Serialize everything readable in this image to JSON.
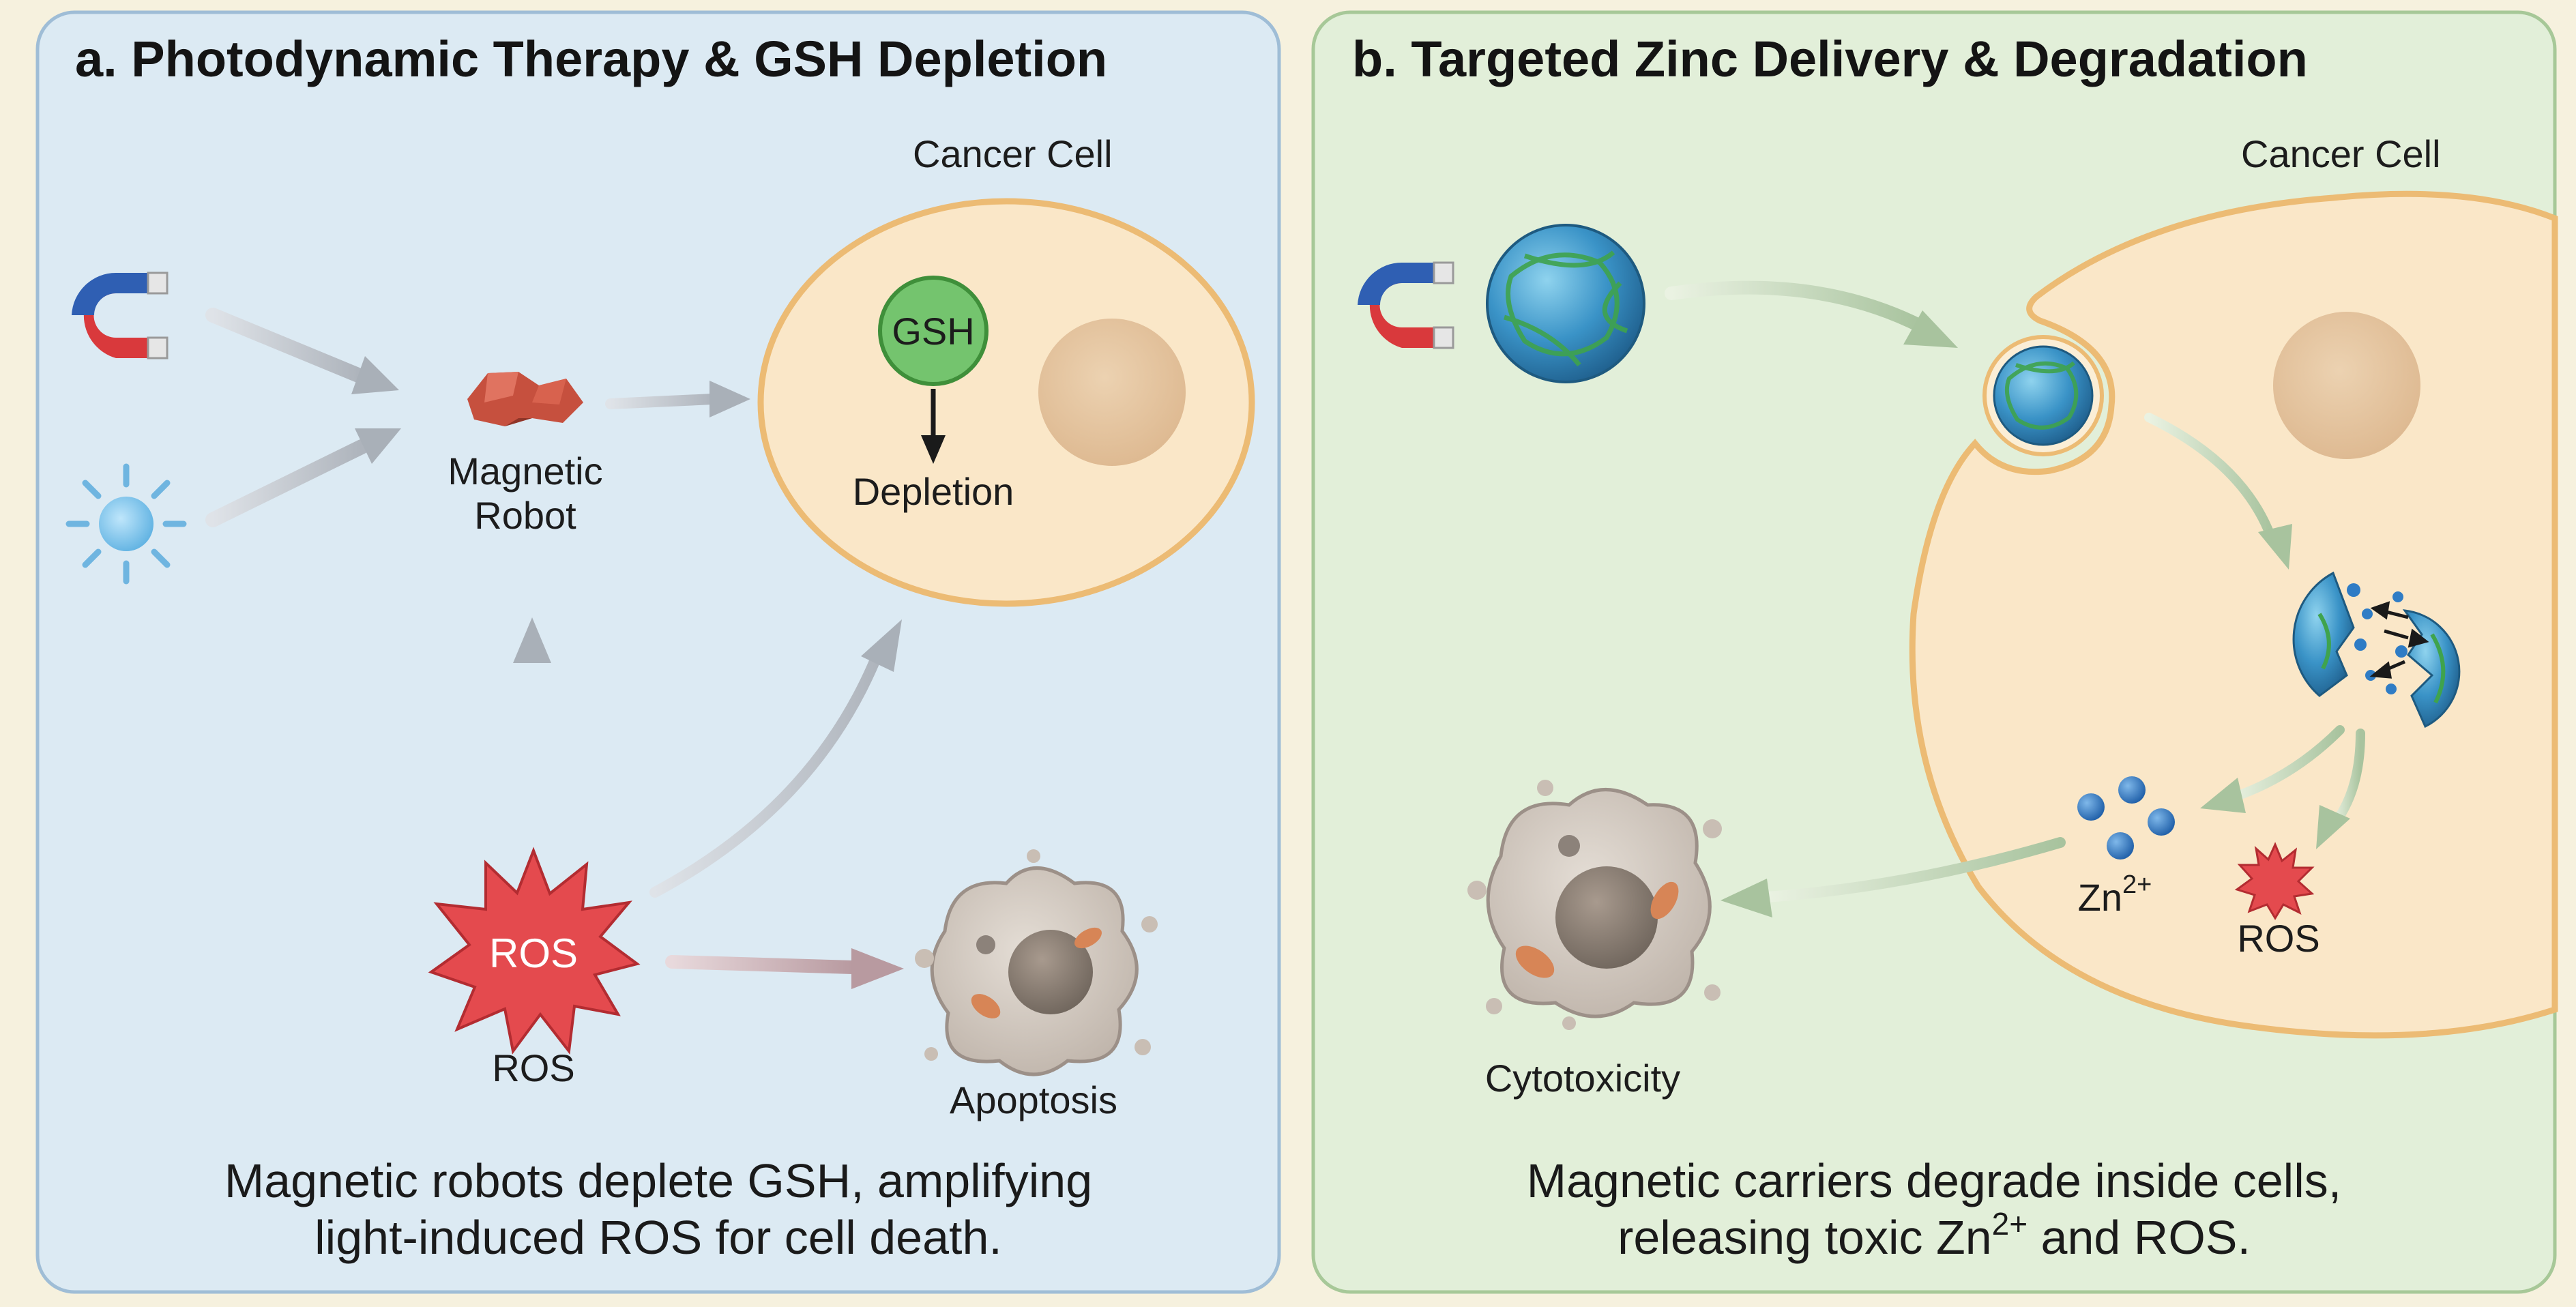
{
  "panel_a": {
    "title": "a. Photodynamic Therapy & GSH Depletion",
    "cell_label": "Cancer Cell",
    "gsh_label": "GSH",
    "depletion_label": "Depletion",
    "robot_label_line1": "Magnetic",
    "robot_label_line2": "Robot",
    "ros_burst_label": "ROS",
    "ros_label": "ROS",
    "apoptosis_label": "Apoptosis",
    "caption_line1": "Magnetic robots deplete GSH, amplifying",
    "caption_line2": "light-induced ROS for cell death."
  },
  "panel_b": {
    "title": "b. Targeted Zinc Delivery & Degradation",
    "cell_label": "Cancer Cell",
    "zn_label": "Zn",
    "zn_charge": "2+",
    "ros_label": "ROS",
    "cytotoxicity_label": "Cytotoxicity",
    "caption_line1": "Magnetic carriers degrade inside cells,",
    "caption_line2_pre": "releasing toxic Zn",
    "caption_line2_sup": "2+",
    "caption_line2_post": " and ROS."
  },
  "colors": {
    "panel_a_bg": "#dceaf3",
    "panel_b_bg": "#e2efd9",
    "cell_fill": "#fae7c8",
    "cell_stroke": "#ecbb74",
    "gsh_fill": "#74c46e",
    "ros_fill": "#e44a4e",
    "carrier_blue": "#3a93c7",
    "zn_blue": "#2f7cc5"
  }
}
